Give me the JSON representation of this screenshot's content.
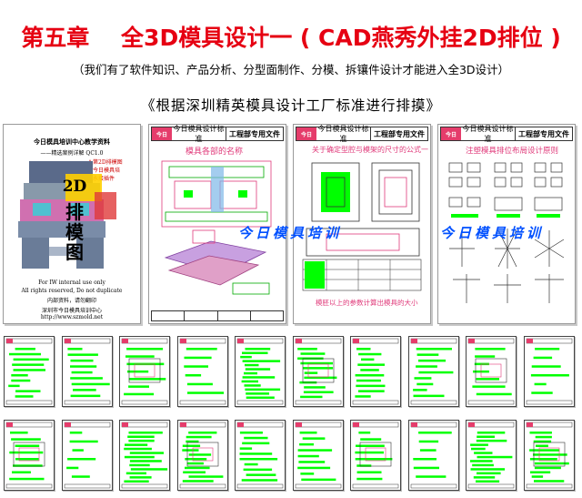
{
  "header": {
    "title": "第五章    全3D模具设计一 ( CAD燕秀外挂2D排位 )",
    "subtitle": "（我们有了软件知识、产品分析、分型面制作、分模、拆镶件设计才能进入全3D设计）",
    "section_heading": "《根据深圳精英模具设计工厂标准进行排摸》"
  },
  "cover": {
    "title": "今日模具培训中心教学资料",
    "sub1": "——精选案例详解 QC1.0",
    "side_notes": [
      "★第2D排模图",
      "走今日模具培",
      "训永接插件"
    ],
    "big_chars": [
      "2D",
      "排",
      "模",
      "图"
    ],
    "footer1": "For IW internal use only",
    "footer2": "All rights reserved, Do not duplicate",
    "footer3": "内部资料，请勿翻印",
    "footer4": "深圳市今日模具培训中心",
    "footer5": "http://www.szmold.net"
  },
  "sheets": [
    {
      "logo": "今日",
      "header_left": "今日模具设计标准",
      "header_right": "工程部专用文件",
      "heading": "模具各部的名称"
    },
    {
      "logo": "今日",
      "header_left": "今日模具设计标准",
      "header_right": "工程部专用文件",
      "heading": "关于确定型腔与模架的尺寸的公式一",
      "footer_note": "模胚以上的参数计算出模具的大小"
    },
    {
      "logo": "今日",
      "header_left": "今日模具设计标准",
      "header_right": "工程部专用文件",
      "heading": "注塑模具排位布局设计原则"
    }
  ],
  "watermark": "今日模具培训",
  "colors": {
    "title_red": "#e60012",
    "highlight_green": "#00ff00",
    "drawing_pink": "#e03a7a",
    "watermark_blue": "#0050ff"
  }
}
